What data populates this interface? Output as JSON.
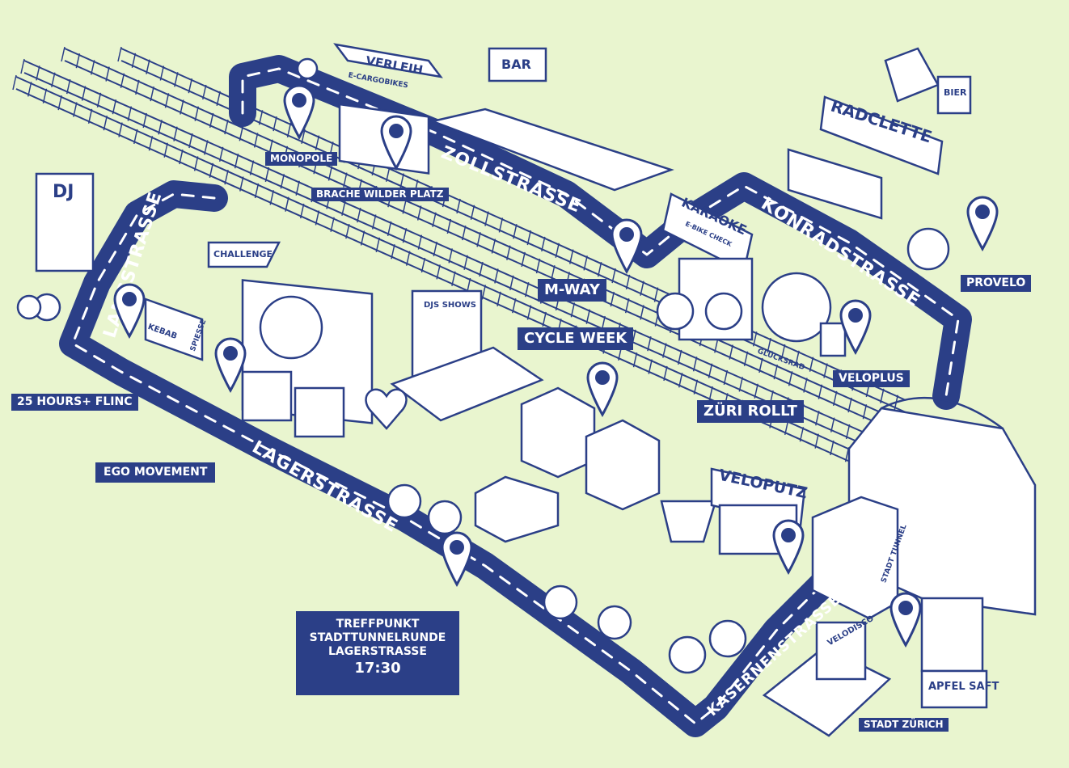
{
  "colors": {
    "background": "#e9f5cf",
    "ink": "#2b3f87",
    "label_text": "#ffffff"
  },
  "streets": {
    "langstrasse": "LANGSTRASSE",
    "zollstrasse": "ZOLLSTRASSE",
    "konradstrasse": "KONRADSTRASSE",
    "lagerstrasse": "LAGERSTRASSE",
    "kasernenstrasse": "KASERNENSTRASSE"
  },
  "locations": {
    "monopole": "MONOPOLE",
    "brache": "BRACHE WILDER PLATZ",
    "mway": "M-WAY",
    "cycle_week": "CYCLE WEEK",
    "zueri_rollt": "ZÜRI ROLLT",
    "provelo": "PROVELO",
    "veloplus": "VELOPLUS",
    "flinc": "25 HOURS+ FLINC",
    "ego": "EGO MOVEMENT",
    "stadt_zuerich": "STADT ZÜRICH"
  },
  "meeting_point": {
    "line1": "TREFFPUNKT",
    "line2": "STADTTUNNELRUNDE",
    "line3": "LAGERSTRASSE",
    "time": "17:30"
  },
  "signs": {
    "verleih": "VERLEIH",
    "ecargo": "E-CARGOBIKES",
    "bar": "BAR",
    "radclette": "RADCLETTE",
    "bier": "BIER",
    "dj": "DJ",
    "challenge": "CHALLENGE",
    "kebab": "KEBAB",
    "spiesse": "SPIESSE",
    "djs_shows": "DJS SHOWS",
    "karaoke": "KARAOKE",
    "ebike_check": "E-BIKE CHECK",
    "gluecksrad": "GLÜCKSRAD",
    "veloputz": "VELOPUTZ",
    "stadttunnel": "STADT TUNNEL",
    "velodisco": "VELODISCO",
    "apfelsaft": "APFEL SAFT"
  }
}
